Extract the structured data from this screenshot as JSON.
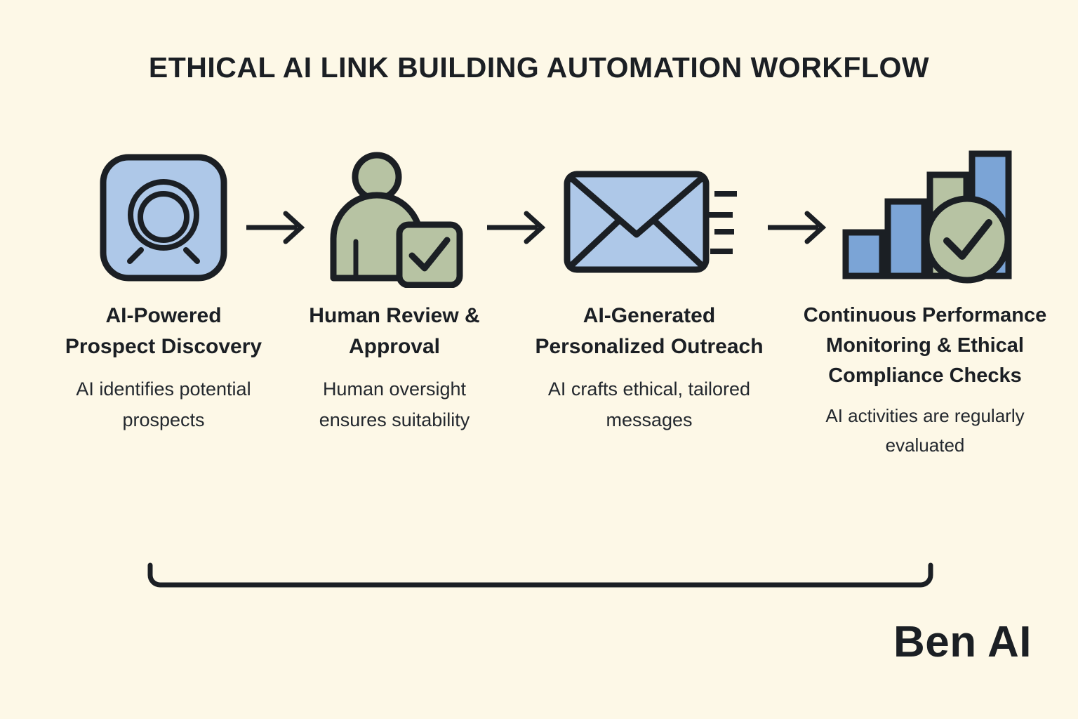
{
  "title": "ETHICAL AI LINK BUILDING AUTOMATION WORKFLOW",
  "brand": "Ben AI",
  "colors": {
    "background": "#fdf8e7",
    "ink": "#1b1f24",
    "blue_light": "#aec8e8",
    "blue_mid": "#7ba4d6",
    "green_sage": "#b7c3a3"
  },
  "steps": [
    {
      "index": 1,
      "icon": "magnifying-glass-icon",
      "title": "AI-Powered Prospect Discovery",
      "description": "AI identifies potential prospects"
    },
    {
      "index": 2,
      "icon": "person-check-icon",
      "title": "Human Review & Approval",
      "description": "Human oversight ensures suitability"
    },
    {
      "index": 3,
      "icon": "envelope-send-icon",
      "title": "AI-Generated Personalized Outreach",
      "description": "AI crafts ethical, tailored messages"
    },
    {
      "index": 4,
      "icon": "bar-chart-check-icon",
      "title": "Continuous Performance Monitoring & Ethical Compliance Checks",
      "description": "AI activities are regularly evaluated"
    }
  ],
  "arrows": [
    {
      "name": "arrow-step1-to-step2"
    },
    {
      "name": "arrow-step2-to-step3"
    },
    {
      "name": "arrow-step3-to-step4"
    }
  ]
}
